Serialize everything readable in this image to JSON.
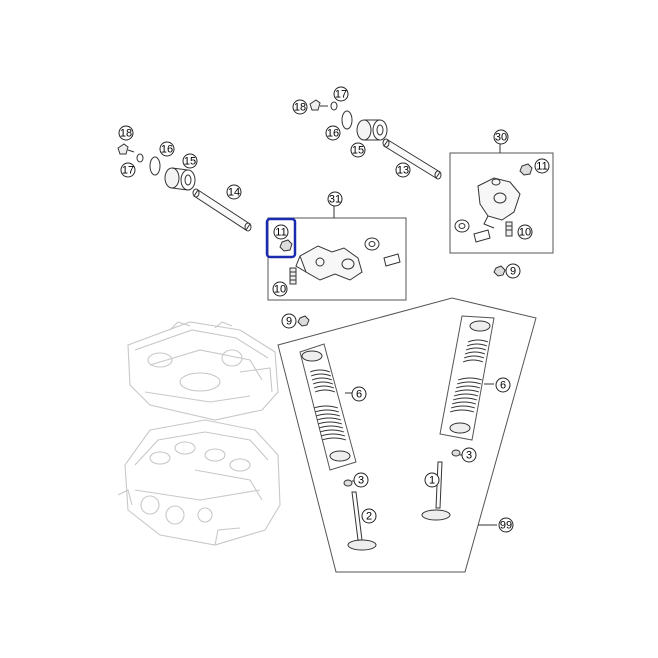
{
  "diagram": {
    "callouts": [
      {
        "id": "c18a",
        "label": "18",
        "part": "screw"
      },
      {
        "id": "c17a",
        "label": "17",
        "part": "washer"
      },
      {
        "id": "c16a",
        "label": "16",
        "part": "o-ring"
      },
      {
        "id": "c15a",
        "label": "15",
        "part": "bushing"
      },
      {
        "id": "c13",
        "label": "13",
        "part": "rocker-shaft"
      },
      {
        "id": "c18b",
        "label": "18",
        "part": "screw"
      },
      {
        "id": "c17b",
        "label": "17",
        "part": "washer"
      },
      {
        "id": "c16b",
        "label": "16",
        "part": "o-ring"
      },
      {
        "id": "c15b",
        "label": "15",
        "part": "bushing"
      },
      {
        "id": "c14",
        "label": "14",
        "part": "rocker-shaft"
      },
      {
        "id": "c31",
        "label": "31",
        "part": "rocker-arm-assembly"
      },
      {
        "id": "c11a",
        "label": "11",
        "part": "nut",
        "highlighted": true
      },
      {
        "id": "c10a",
        "label": "10",
        "part": "adjusting-screw"
      },
      {
        "id": "c30",
        "label": "30",
        "part": "rocker-arm-assembly"
      },
      {
        "id": "c11b",
        "label": "11",
        "part": "nut"
      },
      {
        "id": "c10b",
        "label": "10",
        "part": "adjusting-screw"
      },
      {
        "id": "c9a",
        "label": "9",
        "part": "nut"
      },
      {
        "id": "c9b",
        "label": "9",
        "part": "nut"
      },
      {
        "id": "c6a",
        "label": "6",
        "part": "valve-spring-set"
      },
      {
        "id": "c6b",
        "label": "6",
        "part": "valve-spring-set"
      },
      {
        "id": "c3a",
        "label": "3",
        "part": "valve-stem-seal"
      },
      {
        "id": "c3b",
        "label": "3",
        "part": "valve-stem-seal"
      },
      {
        "id": "c2",
        "label": "2",
        "part": "exhaust-valve"
      },
      {
        "id": "c1",
        "label": "1",
        "part": "intake-valve"
      },
      {
        "id": "c99",
        "label": "99",
        "part": "valve-set"
      }
    ],
    "highlight_color": "#1a2bb0",
    "line_color": "#333333"
  }
}
